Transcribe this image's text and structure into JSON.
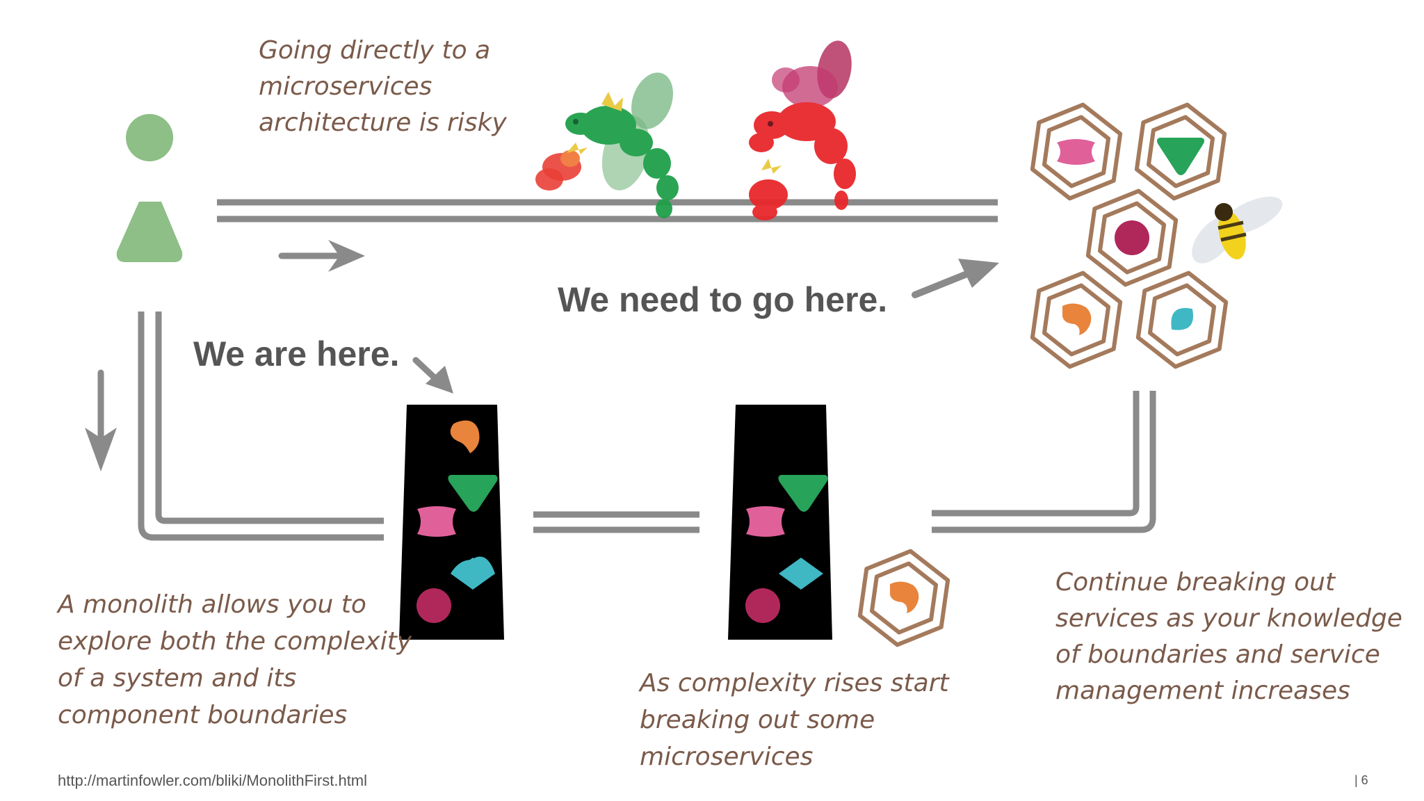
{
  "captions": {
    "risky": [
      "Going directly to a",
      "microservices",
      "architecture is risky"
    ],
    "monolith": [
      "A monolith allows you to",
      "explore both the complexity",
      "of a system and its",
      "component boundaries"
    ],
    "complexity": [
      "As complexity rises start",
      "breaking out some",
      "microservices"
    ],
    "continue": [
      "Continue breaking out",
      "services as your knowledge",
      "of boundaries and service",
      "management increases"
    ]
  },
  "headlines": {
    "need_to_go": "We need to go here.",
    "are_here": "We are here."
  },
  "footer": {
    "source_url": "http://martinfowler.com/bliki/MonolithFirst.html",
    "page_number": "| 6"
  },
  "colors": {
    "caption_text": "#7a5a4a",
    "headline_text": "#555555",
    "track": "#8a8a8a",
    "pawn": "#8dbf86",
    "pink": "#e0609a",
    "green": "#27a35a",
    "orange": "#e8843c",
    "teal": "#3fb8c4",
    "maroon": "#b0285a",
    "hex_ring": "#a47a5c"
  },
  "icons": [
    "pawn-icon",
    "dragon-icon",
    "bee-icon",
    "monolith-icon",
    "microservice-hexagon-icon"
  ]
}
